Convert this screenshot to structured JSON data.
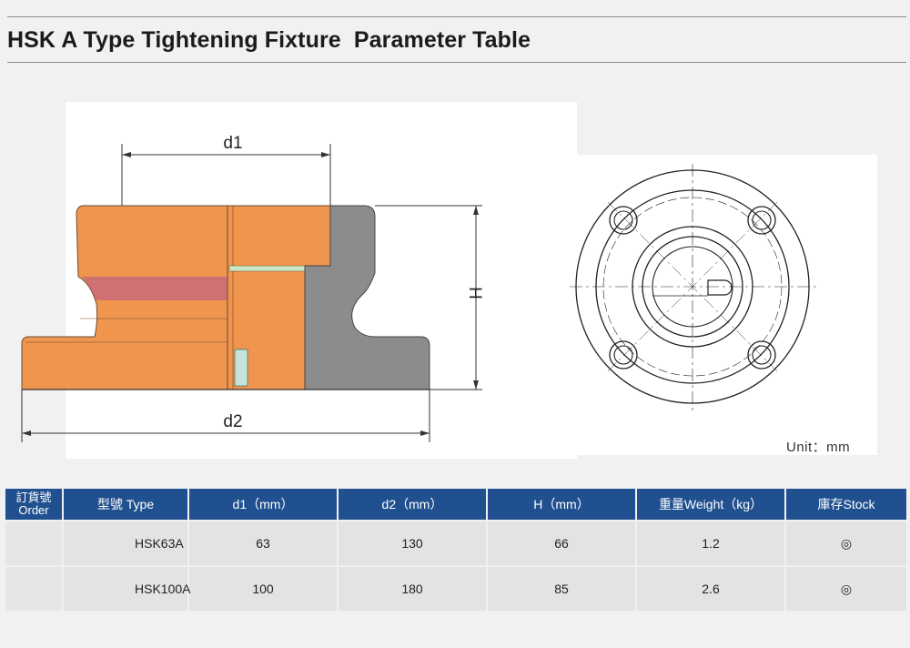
{
  "page": {
    "title": "HSK A Type Tightening Fixture  Parameter Table",
    "unit_label": "Unit：mm"
  },
  "drawing": {
    "dim_d1": "d1",
    "dim_d2": "d2",
    "dim_h": "H"
  },
  "table": {
    "headers": {
      "order_zh": "訂貨號",
      "order_en": "Order",
      "type": "型號 Type",
      "d1": "d1（mm）",
      "d2": "d2（mm）",
      "h": "H（mm）",
      "weight": "重量Weight（kg）",
      "stock": "庫存Stock"
    },
    "rows": [
      {
        "order": "",
        "type": "HSK63A",
        "d1": "63",
        "d2": "130",
        "h": "66",
        "weight": "1.2",
        "stock": "◎"
      },
      {
        "order": "",
        "type": "HSK100A",
        "d1": "100",
        "d2": "180",
        "h": "85",
        "weight": "2.6",
        "stock": "◎"
      }
    ]
  },
  "colors": {
    "header_blue": "#20508f",
    "fixture_orange": "#f0954e",
    "section_gray": "#8c8c8c"
  }
}
